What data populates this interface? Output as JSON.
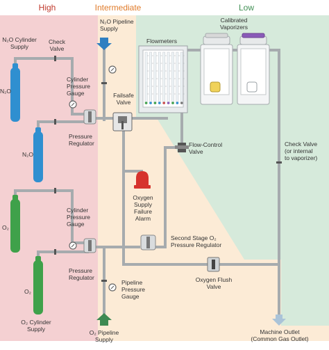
{
  "zones": {
    "high": {
      "label": "High",
      "color": "#c0392b"
    },
    "intermediate": {
      "label": "Intermediate",
      "color": "#e07b2a"
    },
    "low": {
      "label": "Low",
      "color": "#3f8f53"
    }
  },
  "colors": {
    "high_bg": "#f4d0d2",
    "intermediate_bg": "#fcebd6",
    "low_bg": "#d6eadb",
    "pipe": "#a6abae",
    "n2o_cylinder": "#2f8fd0",
    "o2_cylinder": "#3fa14a",
    "alarm": "#d6332d",
    "o2_pipeline_arrow": "#3e8a52",
    "n2o_pipeline_arrow": "#2f7fc1",
    "outlet_arrow": "#aac3d8"
  },
  "labels": {
    "n2o_cylinder_supply": [
      "N₂O Cylinder",
      "Supply"
    ],
    "check_valve": [
      "Check",
      "Valve"
    ],
    "n2o_cyl_tag": "N₂O",
    "n2o_cyl_tag_2": "N₂O",
    "cylinder_pressure_gauge_top": [
      "Cylinder",
      "Pressure",
      "Gauge"
    ],
    "pressure_regulator_top": [
      "Pressure",
      "Regulator"
    ],
    "n2o_pipeline_supply": [
      "N₂O Pipeline",
      "Supply"
    ],
    "flowmeters": "Flowmeters",
    "calibrated_vaporizers": [
      "Calibrated",
      "Vaporizers"
    ],
    "failsafe_valve": [
      "Failsafe",
      "Valve"
    ],
    "flow_control_valve": [
      "Flow-Control",
      "Valve"
    ],
    "check_valve_right": [
      "Check Valve",
      "(or internal",
      "to vaporizer)"
    ],
    "oxygen_alarm": [
      "Oxygen",
      "Supply",
      "Failure",
      "Alarm"
    ],
    "o2_cyl_tag": "O₂",
    "o2_cyl_tag_2": "O₂",
    "cylinder_pressure_gauge_bottom": [
      "Cylinder",
      "Pressure",
      "Gauge"
    ],
    "second_stage_regulator": [
      "Second Stage O₂",
      "Pressure Regulator"
    ],
    "pressure_regulator_bottom": [
      "Pressure",
      "Regulator"
    ],
    "oxygen_flush_valve": [
      "Oxygen Flush",
      "Valve"
    ],
    "pipeline_pressure_gauge": [
      "Pipeline",
      "Pressure",
      "Gauge"
    ],
    "o2_cylinder_supply": [
      "O₂ Cylinder",
      "Supply"
    ],
    "o2_pipeline_supply": [
      "O₂ Pipeline",
      "Supply"
    ],
    "machine_outlet": [
      "Machine Outlet",
      "(Common Gas Outlet)"
    ]
  }
}
